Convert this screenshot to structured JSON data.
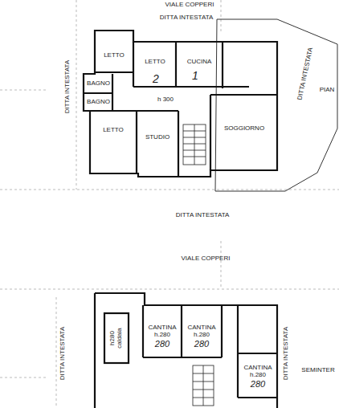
{
  "diagram": {
    "nodes": [
      {
        "text": [
          "LETTO"
        ]
      },
      {
        "text": [
          "LETTO"
        ]
      },
      {
        "text": [
          "CUCINA"
        ]
      },
      {
        "text": [
          "BAGNO"
        ]
      },
      {
        "text": [
          "BAGNO"
        ]
      },
      {
        "text": [
          "SOGGIORNO"
        ]
      },
      {
        "text": [
          "LETTO"
        ]
      },
      {
        "text": [
          "STUDIO"
        ]
      },
      {
        "text": [
          "h280",
          "caldaia"
        ]
      },
      {
        "text": [
          "CANTINA",
          "h.280",
          "280"
        ]
      },
      {
        "text": [
          "CANTINA",
          "h.280",
          "280"
        ]
      },
      {
        "text": [
          "CANTINA",
          "h.280",
          "280"
        ]
      }
    ],
    "labels": [
      "VIALE COPPERI",
      "DITTA INTESTATA",
      "DITTA INTESTATA",
      "DITTA INTESTATA",
      "PIAN",
      "h 300",
      "2",
      "1",
      "DITTA INTESTATA",
      "VIALE COPPERI",
      "DITTA INTESTATA",
      "DITTA INTESTATA",
      "SEMINTER"
    ]
  }
}
